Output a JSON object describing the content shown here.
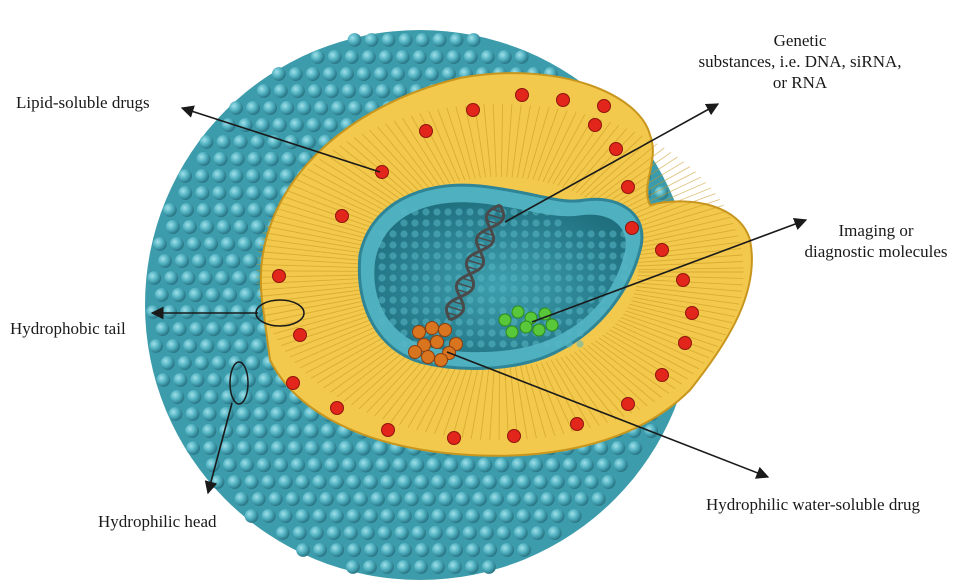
{
  "colors": {
    "head": "#4fb0bf",
    "head_dark": "#2f8595",
    "tail": "#f2c94c",
    "tail_dark": "#c8961e",
    "lipid_drug": "#e2261b",
    "dna": "#4a4a4a",
    "imaging_molecule": "#58c83a",
    "hydrophilic_drug": "#d9741f",
    "arrow": "#1a1a1a"
  },
  "labels": {
    "lipid_soluble": {
      "text": "Lipid-soluble drugs"
    },
    "genetic": {
      "lines": [
        "Genetic",
        "substances, i.e. DNA, siRNA,",
        "or RNA"
      ]
    },
    "imaging": {
      "lines": [
        "Imaging or",
        "diagnostic molecules"
      ]
    },
    "hydrophobic_tail": {
      "text": "Hydrophobic tail"
    },
    "hydrophilic_head": {
      "text": "Hydrophilic head"
    },
    "hydrophilic_drug": {
      "text": "Hydrophilic water-soluble drug"
    }
  }
}
